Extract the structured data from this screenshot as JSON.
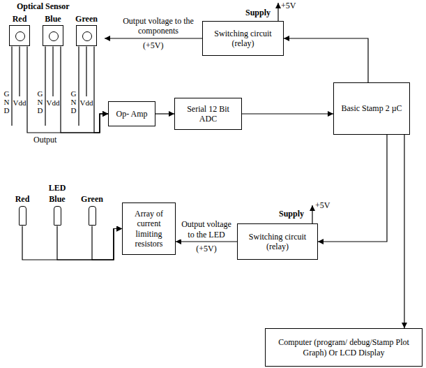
{
  "diagram": {
    "nodes": [
      {
        "text": [
          "Switching circuit (relay)"
        ]
      },
      {
        "text": [
          "Red"
        ]
      },
      {
        "text": [
          "Blue"
        ]
      },
      {
        "text": [
          "Green"
        ]
      },
      {
        "text": [
          "Op- Amp"
        ]
      },
      {
        "text": [
          "Serial 12 Bit ADC"
        ]
      },
      {
        "text": [
          "Basic Stamp 2 µC"
        ]
      },
      {
        "text": [
          "Red"
        ]
      },
      {
        "text": [
          "Blue"
        ]
      },
      {
        "text": [
          "Green"
        ]
      },
      {
        "text": [
          "Array of current limiting resistors"
        ]
      },
      {
        "text": [
          "Switching circuit (relay)"
        ]
      },
      {
        "text": [
          "Computer (program/ debug/Stamp Plot Graph) Or LCD Display"
        ]
      }
    ],
    "edges": [
      {
        "from": 1,
        "to": 4,
        "arrow": "to"
      },
      {
        "from": 2,
        "to": 4,
        "arrow": "to"
      },
      {
        "from": 3,
        "to": 4,
        "arrow": "to"
      },
      {
        "from": 4,
        "to": 5,
        "arrow": "to"
      },
      {
        "from": 5,
        "to": 6,
        "arrow": "to"
      },
      {
        "from": 6,
        "to": 0,
        "arrow": "to"
      },
      {
        "from": 6,
        "to": 11,
        "arrow": "to"
      },
      {
        "from": 6,
        "to": 12,
        "arrow": "to"
      },
      {
        "from": 7,
        "to": 10,
        "arrow": "to"
      },
      {
        "from": 8,
        "to": 10,
        "arrow": "to"
      },
      {
        "from": 9,
        "to": 10,
        "arrow": "to"
      },
      {
        "from": 11,
        "to": 10,
        "label": "Output voltage to the LED",
        "arrow": "to"
      }
    ],
    "labels": [
      "Optical Sensor",
      "G N D",
      "Vdd",
      "G N D",
      "Vdd",
      "G N D",
      "Vdd",
      "Output",
      "Supply",
      "+5V",
      "Output voltage to the components",
      "(+5V)",
      "LED",
      "Supply",
      "+5V",
      "(+5V)"
    ]
  }
}
